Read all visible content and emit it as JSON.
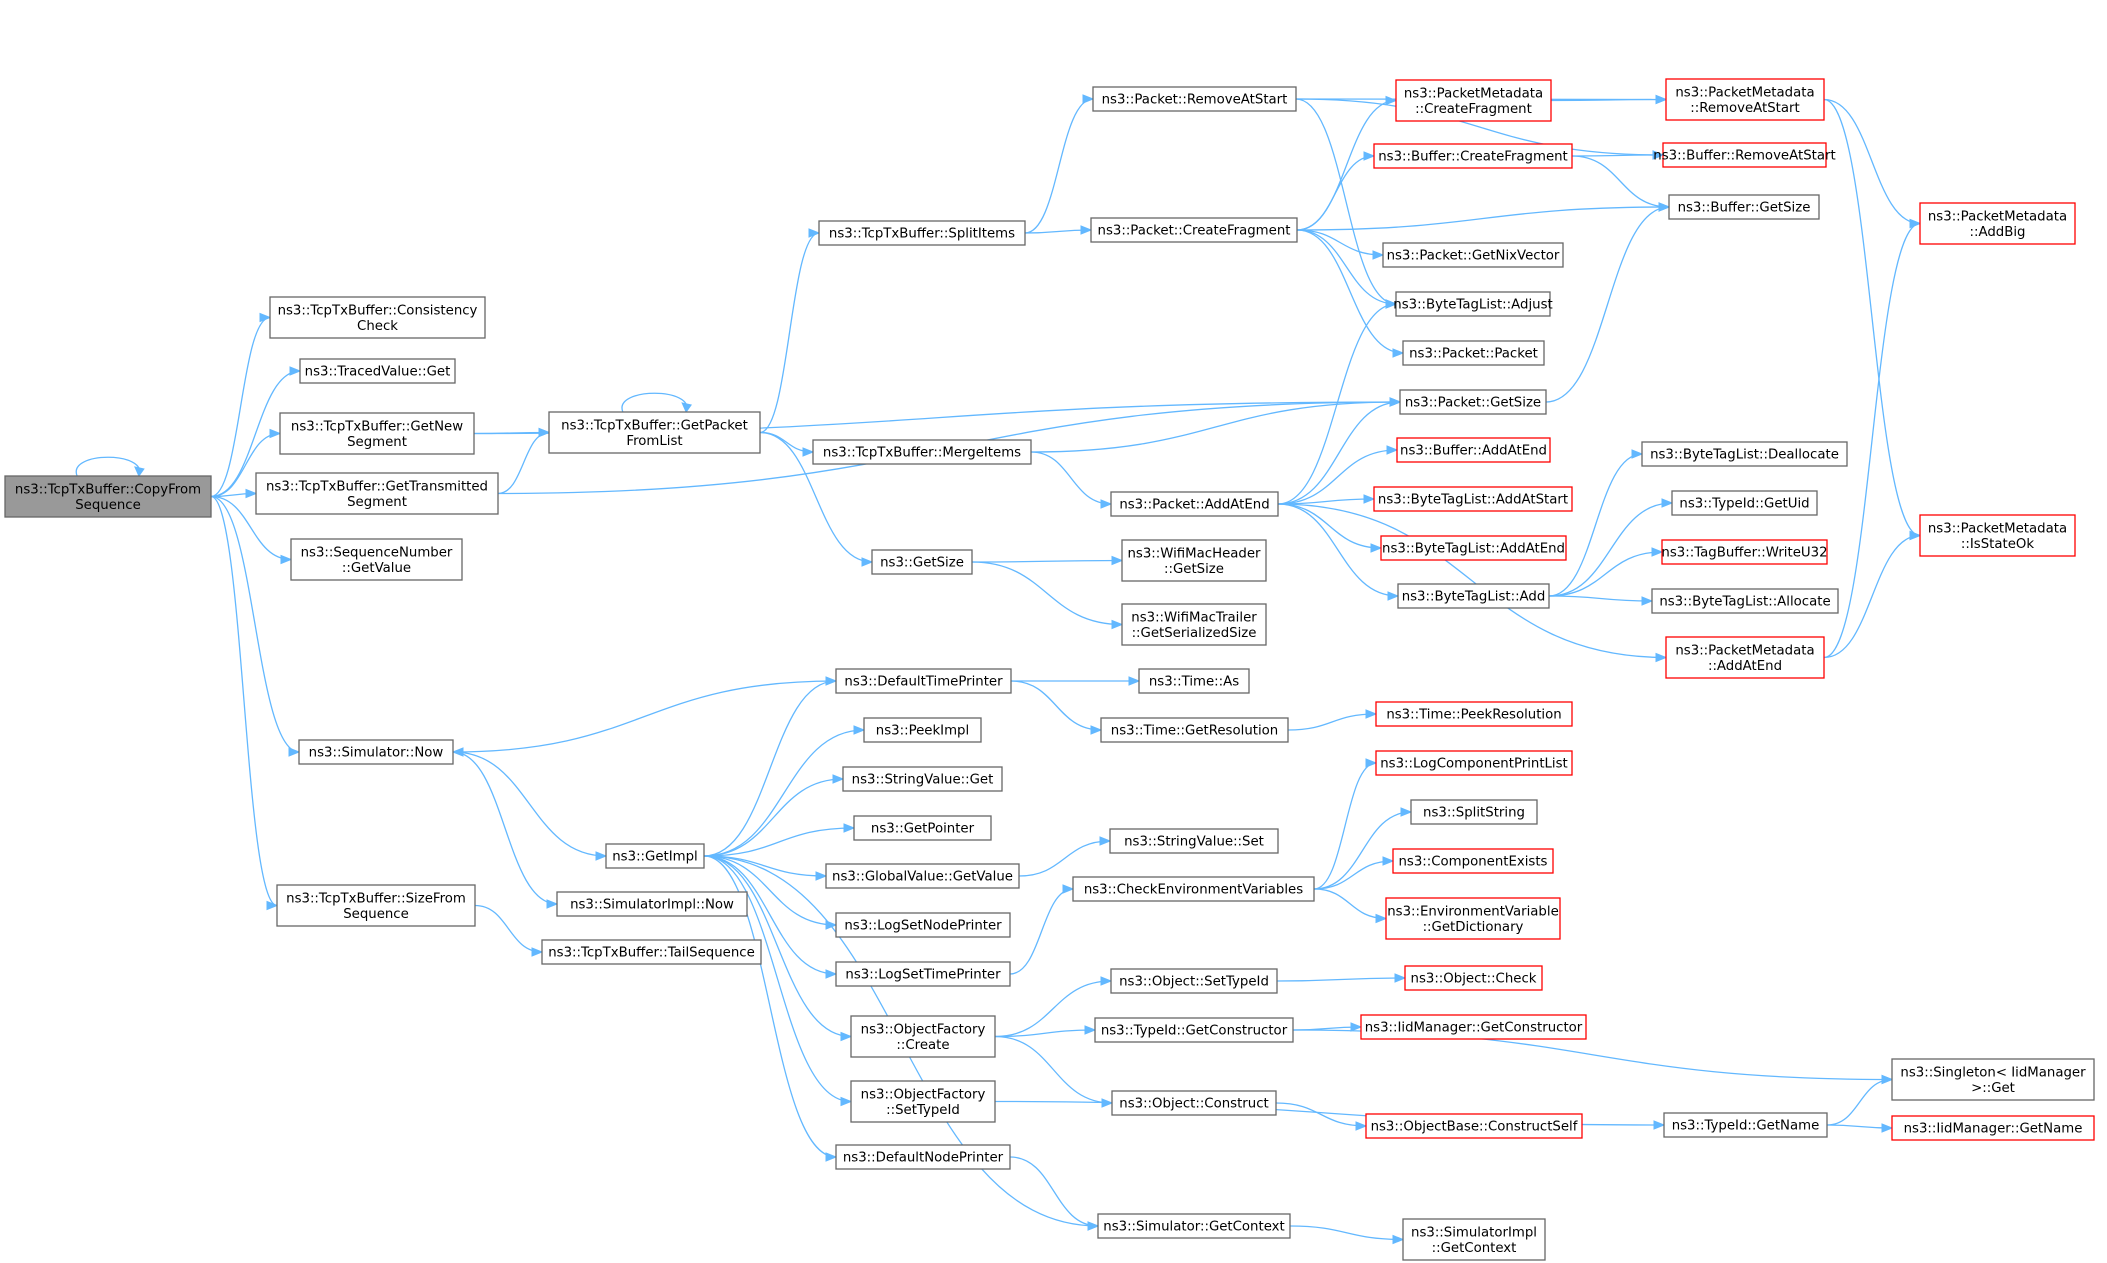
{
  "nodes": {
    "copy_from_seq": {
      "lines": [
        "ns3::TcpTxBuffer::CopyFrom",
        "Sequence"
      ],
      "style": "root"
    },
    "consistency_check": {
      "lines": [
        "ns3::TcpTxBuffer::Consistency",
        "Check"
      ],
      "style": "normal"
    },
    "traced_get": {
      "lines": [
        "ns3::TracedValue::Get"
      ],
      "style": "normal"
    },
    "get_new_segment": {
      "lines": [
        "ns3::TcpTxBuffer::GetNew",
        "Segment"
      ],
      "style": "normal"
    },
    "get_transmitted_segment": {
      "lines": [
        "ns3::TcpTxBuffer::GetTransmitted",
        "Segment"
      ],
      "style": "normal"
    },
    "seqnum_getvalue": {
      "lines": [
        "ns3::SequenceNumber",
        "::GetValue"
      ],
      "style": "normal"
    },
    "simulator_now": {
      "lines": [
        "ns3::Simulator::Now"
      ],
      "style": "normal"
    },
    "size_from_seq": {
      "lines": [
        "ns3::TcpTxBuffer::SizeFrom",
        "Sequence"
      ],
      "style": "normal"
    },
    "get_packet_from_list": {
      "lines": [
        "ns3::TcpTxBuffer::GetPacket",
        "FromList"
      ],
      "style": "normal"
    },
    "getimpl": {
      "lines": [
        "ns3::GetImpl"
      ],
      "style": "normal"
    },
    "simimpl_now": {
      "lines": [
        "ns3::SimulatorImpl::Now"
      ],
      "style": "normal"
    },
    "tail_sequence": {
      "lines": [
        "ns3::TcpTxBuffer::TailSequence"
      ],
      "style": "normal"
    },
    "split_items": {
      "lines": [
        "ns3::TcpTxBuffer::SplitItems"
      ],
      "style": "normal"
    },
    "merge_items": {
      "lines": [
        "ns3::TcpTxBuffer::MergeItems"
      ],
      "style": "normal"
    },
    "ns3_getsize": {
      "lines": [
        "ns3::GetSize"
      ],
      "style": "normal"
    },
    "default_time_printer": {
      "lines": [
        "ns3::DefaultTimePrinter"
      ],
      "style": "normal"
    },
    "peek_impl": {
      "lines": [
        "ns3::PeekImpl"
      ],
      "style": "normal"
    },
    "stringvalue_get": {
      "lines": [
        "ns3::StringValue::Get"
      ],
      "style": "normal"
    },
    "get_pointer": {
      "lines": [
        "ns3::GetPointer"
      ],
      "style": "normal"
    },
    "globalvalue_getvalue": {
      "lines": [
        "ns3::GlobalValue::GetValue"
      ],
      "style": "normal"
    },
    "log_set_node_printer": {
      "lines": [
        "ns3::LogSetNodePrinter"
      ],
      "style": "normal"
    },
    "log_set_time_printer": {
      "lines": [
        "ns3::LogSetTimePrinter"
      ],
      "style": "normal"
    },
    "objfactory_create": {
      "lines": [
        "ns3::ObjectFactory",
        "::Create"
      ],
      "style": "normal"
    },
    "objfactory_settypeid": {
      "lines": [
        "ns3::ObjectFactory",
        "::SetTypeId"
      ],
      "style": "normal"
    },
    "default_node_printer": {
      "lines": [
        "ns3::DefaultNodePrinter"
      ],
      "style": "normal"
    },
    "packet_removeatstart": {
      "lines": [
        "ns3::Packet::RemoveAtStart"
      ],
      "style": "normal"
    },
    "packet_createfragment": {
      "lines": [
        "ns3::Packet::CreateFragment"
      ],
      "style": "normal"
    },
    "packet_addatend": {
      "lines": [
        "ns3::Packet::AddAtEnd"
      ],
      "style": "normal"
    },
    "wifimacheader_getsize": {
      "lines": [
        "ns3::WifiMacHeader",
        "::GetSize"
      ],
      "style": "normal"
    },
    "wifimactrailer_getsersize": {
      "lines": [
        "ns3::WifiMacTrailer",
        "::GetSerializedSize"
      ],
      "style": "normal"
    },
    "time_as": {
      "lines": [
        "ns3::Time::As"
      ],
      "style": "normal"
    },
    "time_getresolution": {
      "lines": [
        "ns3::Time::GetResolution"
      ],
      "style": "normal"
    },
    "stringvalue_set": {
      "lines": [
        "ns3::StringValue::Set"
      ],
      "style": "normal"
    },
    "check_env_vars": {
      "lines": [
        "ns3::CheckEnvironmentVariables"
      ],
      "style": "normal"
    },
    "object_settypeid": {
      "lines": [
        "ns3::Object::SetTypeId"
      ],
      "style": "normal"
    },
    "typeid_getconstructor": {
      "lines": [
        "ns3::TypeId::GetConstructor"
      ],
      "style": "normal"
    },
    "object_construct": {
      "lines": [
        "ns3::Object::Construct"
      ],
      "style": "normal"
    },
    "simulator_getcontext": {
      "lines": [
        "ns3::Simulator::GetContext"
      ],
      "style": "normal"
    },
    "pm_createfragment": {
      "lines": [
        "ns3::PacketMetadata",
        "::CreateFragment"
      ],
      "style": "red"
    },
    "buffer_createfragment": {
      "lines": [
        "ns3::Buffer::CreateFragment"
      ],
      "style": "red"
    },
    "packet_getnixvector": {
      "lines": [
        "ns3::Packet::GetNixVector"
      ],
      "style": "normal"
    },
    "bytetaglist_adjust": {
      "lines": [
        "ns3::ByteTagList::Adjust"
      ],
      "style": "normal"
    },
    "packet_packet": {
      "lines": [
        "ns3::Packet::Packet"
      ],
      "style": "normal"
    },
    "packet_getsize": {
      "lines": [
        "ns3::Packet::GetSize"
      ],
      "style": "normal"
    },
    "buffer_addatend": {
      "lines": [
        "ns3::Buffer::AddAtEnd"
      ],
      "style": "red"
    },
    "bytetaglist_addatstart": {
      "lines": [
        "ns3::ByteTagList::AddAtStart"
      ],
      "style": "red"
    },
    "bytetaglist_addatend": {
      "lines": [
        "ns3::ByteTagList::AddAtEnd"
      ],
      "style": "red"
    },
    "bytetaglist_add": {
      "lines": [
        "ns3::ByteTagList::Add"
      ],
      "style": "normal"
    },
    "pm_addatend": {
      "lines": [
        "ns3::PacketMetadata",
        "::AddAtEnd"
      ],
      "style": "red"
    },
    "time_peekresolution": {
      "lines": [
        "ns3::Time::PeekResolution"
      ],
      "style": "red"
    },
    "log_component_print_list": {
      "lines": [
        "ns3::LogComponentPrintList"
      ],
      "style": "red"
    },
    "split_string": {
      "lines": [
        "ns3::SplitString"
      ],
      "style": "normal"
    },
    "component_exists": {
      "lines": [
        "ns3::ComponentExists"
      ],
      "style": "red"
    },
    "env_var_getdict": {
      "lines": [
        "ns3::EnvironmentVariable",
        "::GetDictionary"
      ],
      "style": "red"
    },
    "object_check": {
      "lines": [
        "ns3::Object::Check"
      ],
      "style": "red"
    },
    "iidmanager_getconstructor": {
      "lines": [
        "ns3::IidManager::GetConstructor"
      ],
      "style": "red"
    },
    "objectbase_constructself": {
      "lines": [
        "ns3::ObjectBase::ConstructSelf"
      ],
      "style": "red"
    },
    "typeid_getname": {
      "lines": [
        "ns3::TypeId::GetName"
      ],
      "style": "normal"
    },
    "simimpl_getcontext": {
      "lines": [
        "ns3::SimulatorImpl",
        "::GetContext"
      ],
      "style": "normal"
    },
    "pm_removeatstart": {
      "lines": [
        "ns3::PacketMetadata",
        "::RemoveAtStart"
      ],
      "style": "red"
    },
    "buffer_removeatstart": {
      "lines": [
        "ns3::Buffer::RemoveAtStart"
      ],
      "style": "red"
    },
    "buffer_getsize": {
      "lines": [
        "ns3::Buffer::GetSize"
      ],
      "style": "normal"
    },
    "bytetaglist_deallocate": {
      "lines": [
        "ns3::ByteTagList::Deallocate"
      ],
      "style": "normal"
    },
    "typeid_getuid": {
      "lines": [
        "ns3::TypeId::GetUid"
      ],
      "style": "normal"
    },
    "tagbuffer_writeu32": {
      "lines": [
        "ns3::TagBuffer::WriteU32"
      ],
      "style": "red"
    },
    "bytetaglist_allocate": {
      "lines": [
        "ns3::ByteTagList::Allocate"
      ],
      "style": "normal"
    },
    "singleton_get": {
      "lines": [
        "ns3::Singleton< IidManager",
        " >::Get"
      ],
      "style": "normal"
    },
    "iidmanager_getname": {
      "lines": [
        "ns3::IidManager::GetName"
      ],
      "style": "red"
    },
    "pm_addbig": {
      "lines": [
        "ns3::PacketMetadata",
        "::AddBig"
      ],
      "style": "red"
    },
    "pm_isstateok": {
      "lines": [
        "ns3::PacketMetadata",
        "::IsStateOk"
      ],
      "style": "red"
    }
  },
  "colors": {
    "edge": "#63b8ff",
    "normal_border": "#666666",
    "red_border": "#ff0000",
    "root_fill": "#999999",
    "box_fill": "#ffffff"
  }
}
